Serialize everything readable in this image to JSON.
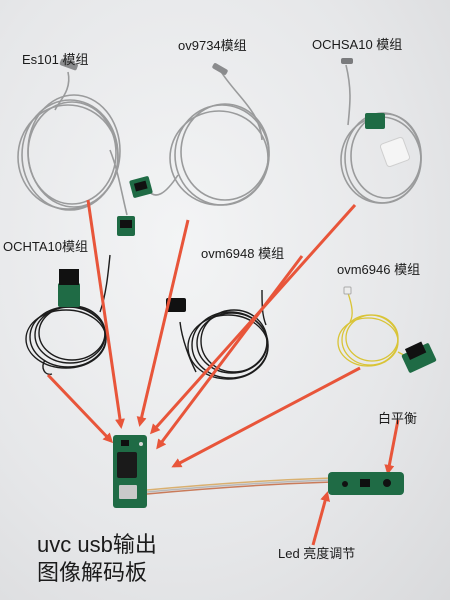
{
  "labels": {
    "es101": "Es101 模组",
    "ov9734": "ov9734模组",
    "ochsa10": "OCHSA10 模组",
    "ochta10": "OCHTA10模组",
    "ovm6948": "ovm6948 模组",
    "ovm6946": "ovm6946 模组",
    "white_balance": "白平衡",
    "led_brightness": "Led 亮度调节",
    "board_line1": "uvc usb输出",
    "board_line2": "图像解码板"
  },
  "colors": {
    "background": "#e9eaeb",
    "arrow": "#e8553a",
    "cable_gray": "#9a9b9c",
    "cable_black": "#1c1c1c",
    "cable_yellow": "#d9c437",
    "pcb_green": "#1f6b45"
  }
}
